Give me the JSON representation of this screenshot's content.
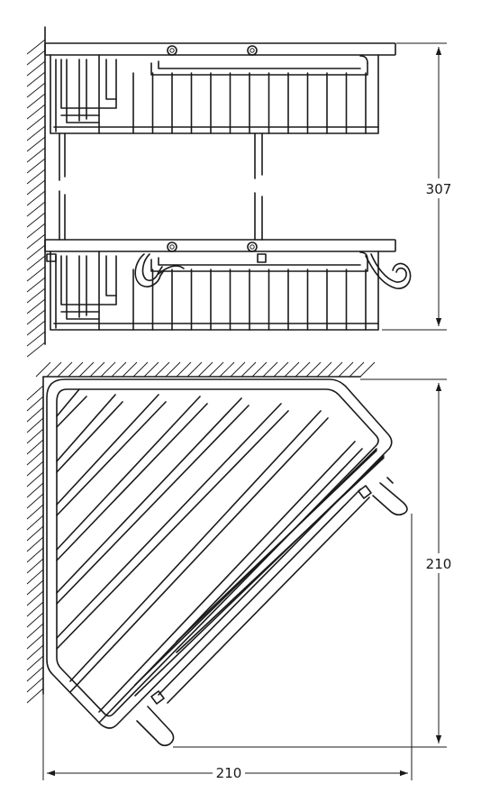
{
  "dimensions": {
    "height": "307",
    "depth": "210",
    "width": "210"
  }
}
